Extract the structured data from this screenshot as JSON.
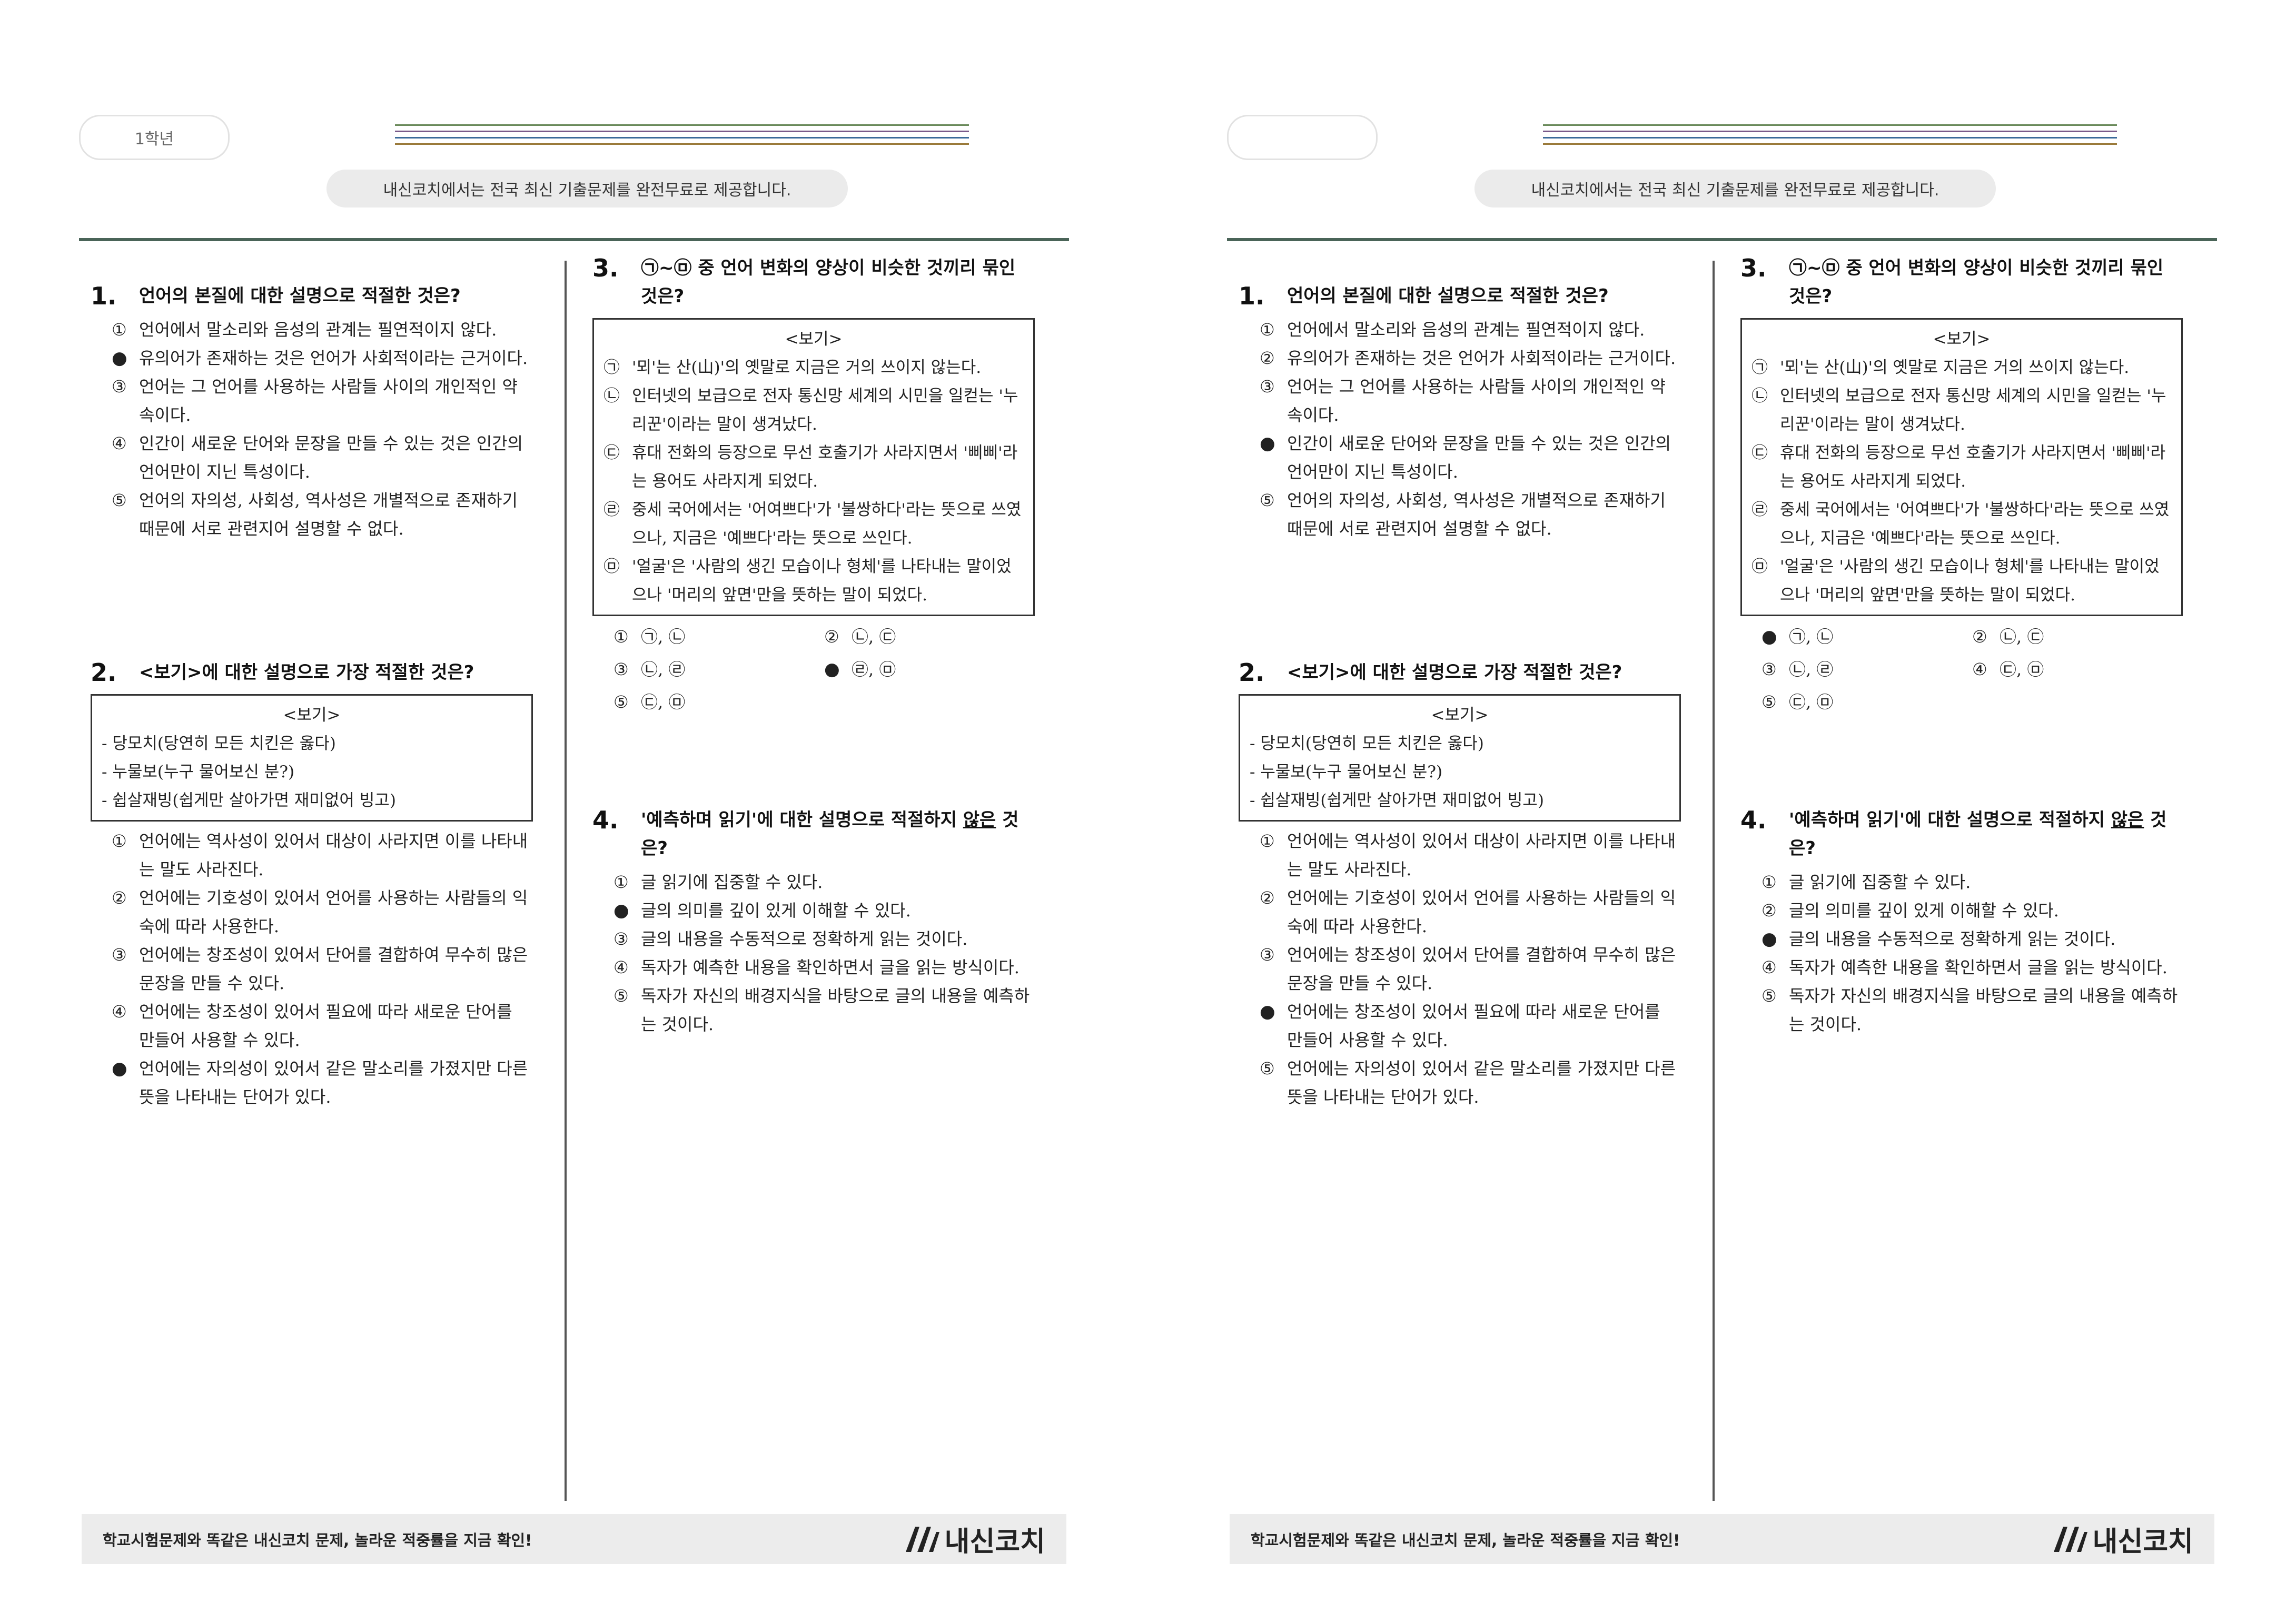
{
  "pages": [
    {
      "top_pill": "1학년",
      "title": "",
      "banner": "내신코치에서는 전국 최신 기출문제를 완전무료로 제공합니다.",
      "q1": {
        "num": "1.",
        "text": "언어의 본질에 대한 설명으로 적절한 것은?",
        "options": [
          {
            "marker": "①",
            "text": "언어에서 말소리와 음성의 관계는 필연적이지 않다."
          },
          {
            "marker": "●",
            "text": "유의어가 존재하는 것은 언어가 사회적이라는 근거이다."
          },
          {
            "marker": "③",
            "text": "언어는 그 언어를 사용하는 사람들 사이의 개인적인 약속이다."
          },
          {
            "marker": "④",
            "text": "인간이 새로운 단어와 문장을 만들 수 있는 것은 인간의 언어만이 지닌 특성이다."
          },
          {
            "marker": "⑤",
            "text": "언어의 자의성, 사회성, 역사성은 개별적으로 존재하기 때문에 서로 관련지어 설명할 수 없다."
          }
        ]
      },
      "q2": {
        "num": "2.",
        "text": "<보기>에 대한 설명으로 가장 적절한 것은?",
        "box_title": "<보기>",
        "box_items": [
          "- 당모치(당연히 모든 치킨은 옳다)",
          "- 누물보(누구 물어보신 분?)",
          "- 쉽살재빙(쉽게만 살아가면 재미없어 빙고)"
        ],
        "options": [
          {
            "marker": "①",
            "text": "언어에는 역사성이 있어서 대상이 사라지면 이를 나타내는 말도 사라진다."
          },
          {
            "marker": "②",
            "text": "언어에는 기호성이 있어서 언어를 사용하는 사람들의 익숙에 따라 사용한다."
          },
          {
            "marker": "③",
            "text": "언어에는 창조성이 있어서 단어를 결합하여 무수히 많은 문장을 만들 수 있다."
          },
          {
            "marker": "④",
            "text": "언어에는 창조성이 있어서 필요에 따라 새로운 단어를 만들어 사용할 수 있다."
          },
          {
            "marker": "●",
            "text": "언어에는 자의성이 있어서 같은 말소리를 가졌지만 다른 뜻을 나타내는 단어가 있다."
          }
        ]
      },
      "q3": {
        "num": "3.",
        "text": "㉠~㉤ 중 언어 변화의 양상이 비슷한 것끼리 묶인 것은?",
        "box_title": "<보기>",
        "box_items": [
          {
            "k": "㉠",
            "t": "'뫼'는 산(山)'의 옛말로 지금은 거의 쓰이지 않는다."
          },
          {
            "k": "㉡",
            "t": "인터넷의 보급으로 전자 통신망 세계의 시민을 일컫는 '누리꾼'이라는 말이 생겨났다."
          },
          {
            "k": "㉢",
            "t": "휴대 전화의 등장으로 무선 호출기가 사라지면서 '삐삐'라는 용어도 사라지게 되었다."
          },
          {
            "k": "㉣",
            "t": "중세 국어에서는 '어여쁘다'가 '불쌍하다'라는 뜻으로 쓰였으나, 지금은 '예쁘다'라는 뜻으로 쓰인다."
          },
          {
            "k": "㉤",
            "t": "'얼굴'은 '사람의 생긴 모습이나 형체'를 나타내는 말이었으나 '머리의 앞면'만을 뜻하는 말이 되었다."
          }
        ],
        "options": [
          {
            "marker": "①",
            "text": "㉠, ㉡"
          },
          {
            "marker": "②",
            "text": "㉡, ㉢"
          },
          {
            "marker": "③",
            "text": "㉡, ㉣"
          },
          {
            "marker": "●",
            "text": "㉣, ㉤"
          },
          {
            "marker": "⑤",
            "text": "㉢, ㉤"
          }
        ]
      },
      "q4": {
        "num": "4.",
        "text_a": "'예측하며 읽기'에 대한 설명으로 적절하지 ",
        "text_u": "않은",
        "text_b": " 것은?",
        "options": [
          {
            "marker": "①",
            "text": "글 읽기에 집중할 수 있다."
          },
          {
            "marker": "●",
            "text": "글의 의미를 깊이 있게 이해할 수 있다."
          },
          {
            "marker": "③",
            "text": "글의 내용을 수동적으로 정확하게 읽는 것이다."
          },
          {
            "marker": "④",
            "text": "독자가 예측한 내용을 확인하면서 글을 읽는 방식이다."
          },
          {
            "marker": "⑤",
            "text": "독자가 자신의 배경지식을 바탕으로 글의 내용을 예측하는 것이다."
          }
        ]
      },
      "footer": {
        "text": "학교시험문제와 똑같은 내신코치 문제, 놀라운 적중률을 지금 확인!",
        "logo": "내신코치"
      }
    },
    {
      "top_pill": "",
      "title": "",
      "banner": "내신코치에서는 전국 최신 기출문제를 완전무료로 제공합니다.",
      "q1": {
        "num": "1.",
        "text": "언어의 본질에 대한 설명으로 적절한 것은?",
        "options": [
          {
            "marker": "①",
            "text": "언어에서 말소리와 음성의 관계는 필연적이지 않다."
          },
          {
            "marker": "②",
            "text": "유의어가 존재하는 것은 언어가 사회적이라는 근거이다."
          },
          {
            "marker": "③",
            "text": "언어는 그 언어를 사용하는 사람들 사이의 개인적인 약속이다."
          },
          {
            "marker": "●",
            "text": "인간이 새로운 단어와 문장을 만들 수 있는 것은 인간의 언어만이 지닌 특성이다."
          },
          {
            "marker": "⑤",
            "text": "언어의 자의성, 사회성, 역사성은 개별적으로 존재하기 때문에 서로 관련지어 설명할 수 없다."
          }
        ]
      },
      "q2": {
        "num": "2.",
        "text": "<보기>에 대한 설명으로 가장 적절한 것은?",
        "box_title": "<보기>",
        "box_items": [
          "- 당모치(당연히 모든 치킨은 옳다)",
          "- 누물보(누구 물어보신 분?)",
          "- 쉽살재빙(쉽게만 살아가면 재미없어 빙고)"
        ],
        "options": [
          {
            "marker": "①",
            "text": "언어에는 역사성이 있어서 대상이 사라지면 이를 나타내는 말도 사라진다."
          },
          {
            "marker": "②",
            "text": "언어에는 기호성이 있어서 언어를 사용하는 사람들의 익숙에 따라 사용한다."
          },
          {
            "marker": "③",
            "text": "언어에는 창조성이 있어서 단어를 결합하여 무수히 많은 문장을 만들 수 있다."
          },
          {
            "marker": "●",
            "text": "언어에는 창조성이 있어서 필요에 따라 새로운 단어를 만들어 사용할 수 있다."
          },
          {
            "marker": "⑤",
            "text": "언어에는 자의성이 있어서 같은 말소리를 가졌지만 다른 뜻을 나타내는 단어가 있다."
          }
        ]
      },
      "q3": {
        "num": "3.",
        "text": "㉠~㉤ 중 언어 변화의 양상이 비슷한 것끼리 묶인 것은?",
        "box_title": "<보기>",
        "box_items": [
          {
            "k": "㉠",
            "t": "'뫼'는 산(山)'의 옛말로 지금은 거의 쓰이지 않는다."
          },
          {
            "k": "㉡",
            "t": "인터넷의 보급으로 전자 통신망 세계의 시민을 일컫는 '누리꾼'이라는 말이 생겨났다."
          },
          {
            "k": "㉢",
            "t": "휴대 전화의 등장으로 무선 호출기가 사라지면서 '삐삐'라는 용어도 사라지게 되었다."
          },
          {
            "k": "㉣",
            "t": "중세 국어에서는 '어여쁘다'가 '불쌍하다'라는 뜻으로 쓰였으나, 지금은 '예쁘다'라는 뜻으로 쓰인다."
          },
          {
            "k": "㉤",
            "t": "'얼굴'은 '사람의 생긴 모습이나 형체'를 나타내는 말이었으나 '머리의 앞면'만을 뜻하는 말이 되었다."
          }
        ],
        "options": [
          {
            "marker": "●",
            "text": "㉠, ㉡"
          },
          {
            "marker": "②",
            "text": "㉡, ㉢"
          },
          {
            "marker": "③",
            "text": "㉡, ㉣"
          },
          {
            "marker": "④",
            "text": "㉢, ㉤"
          },
          {
            "marker": "⑤",
            "text": "㉢, ㉤"
          }
        ]
      },
      "q4": {
        "num": "4.",
        "text_a": "'예측하며 읽기'에 대한 설명으로 적절하지 ",
        "text_u": "않은",
        "text_b": " 것은?",
        "options": [
          {
            "marker": "①",
            "text": "글 읽기에 집중할 수 있다."
          },
          {
            "marker": "②",
            "text": "글의 의미를 깊이 있게 이해할 수 있다."
          },
          {
            "marker": "●",
            "text": "글의 내용을 수동적으로 정확하게 읽는 것이다."
          },
          {
            "marker": "④",
            "text": "독자가 예측한 내용을 확인하면서 글을 읽는 방식이다."
          },
          {
            "marker": "⑤",
            "text": "독자가 자신의 배경지식을 바탕으로 글의 내용을 예측하는 것이다."
          }
        ]
      },
      "footer": {
        "text": "학교시험문제와 똑같은 내신코치 문제, 놀라운 적중률을 지금 확인!",
        "logo": "내신코치"
      }
    }
  ]
}
